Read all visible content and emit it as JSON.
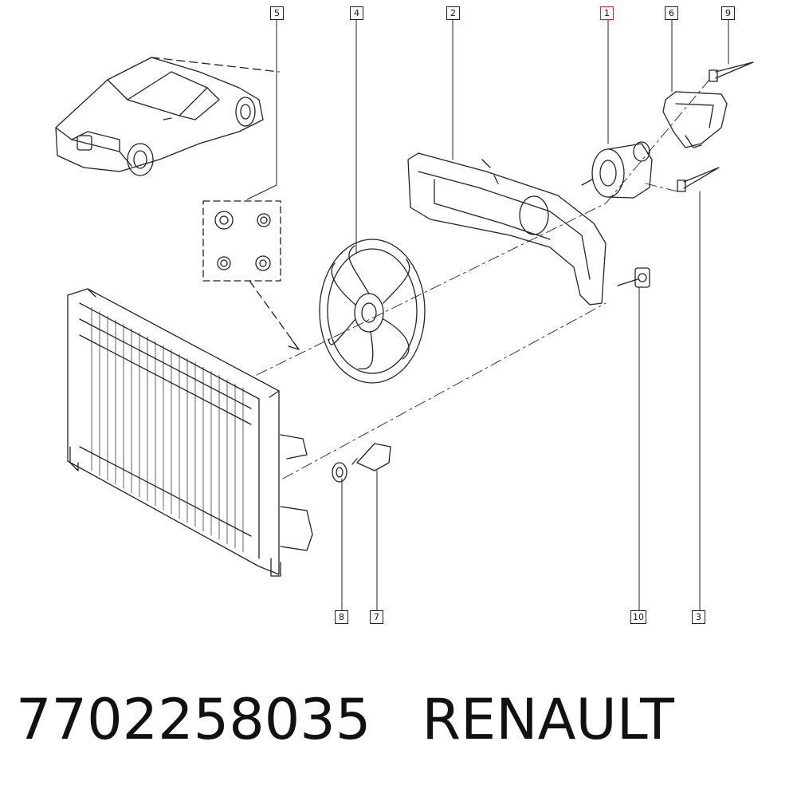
{
  "callouts": {
    "c5": "5",
    "c4": "4",
    "c2": "2",
    "c1": "1",
    "c6": "6",
    "c9": "9",
    "c8": "8",
    "c7": "7",
    "c10": "10",
    "c3": "3"
  },
  "caption": {
    "part_number": "7702258035",
    "brand": "RENAULT"
  },
  "colors": {
    "line": "#222222",
    "highlight_border": "#e0203a",
    "background": "#ffffff"
  }
}
